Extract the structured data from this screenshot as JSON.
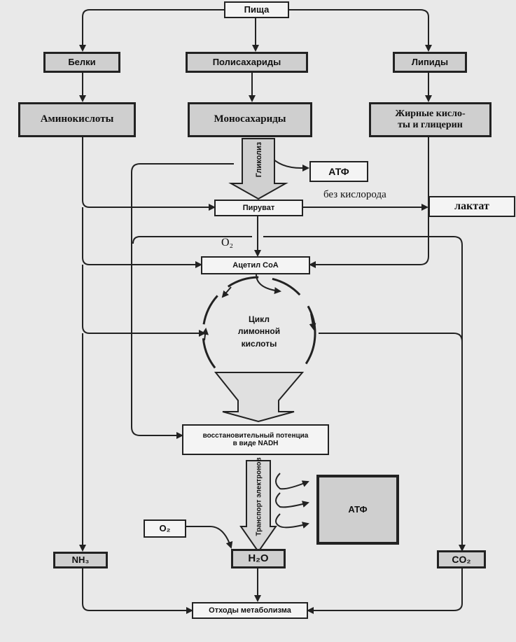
{
  "nodes": {
    "food": "Пища",
    "proteins": "Белки",
    "polysaccharides": "Полисахариды",
    "lipids": "Липиды",
    "amino_acids": "Аминокислоты",
    "monosaccharides": "Моносахариды",
    "fatty_acids": "Жирные кисло-\nты и глицерин",
    "atp_small": "АТФ",
    "pyruvate": "Пируват",
    "lactate": "лактат",
    "acetyl_coa": "Ацетил CоA",
    "cycle": "Цикл\nлимонной\nкислоты",
    "nadh": "восстановительный потенциа\nв виде NADH",
    "atp_large": "АТФ",
    "o2_box": "O₂",
    "water": "H₂O",
    "nh3": "NH₃",
    "co2": "CO₂",
    "waste": "Отходы метаболизма"
  },
  "labels": {
    "glycolysis": "Гликолиз",
    "no_oxygen": "без кислорода",
    "oxygen": "O₂",
    "electron_transport": "Транспорт электронов"
  }
}
